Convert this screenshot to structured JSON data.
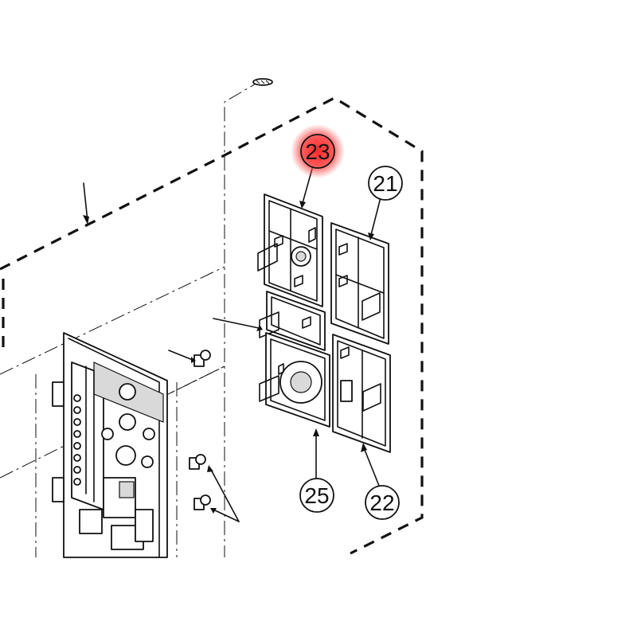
{
  "callouts": [
    {
      "id": "c23",
      "label": "23",
      "highlighted": true
    },
    {
      "id": "c21",
      "label": "21",
      "highlighted": false
    },
    {
      "id": "c25",
      "label": "25",
      "highlighted": false
    },
    {
      "id": "c22",
      "label": "22",
      "highlighted": false
    }
  ],
  "colors": {
    "highlight": "#ff1a1a",
    "line": "#111111",
    "background": "#ffffff"
  }
}
